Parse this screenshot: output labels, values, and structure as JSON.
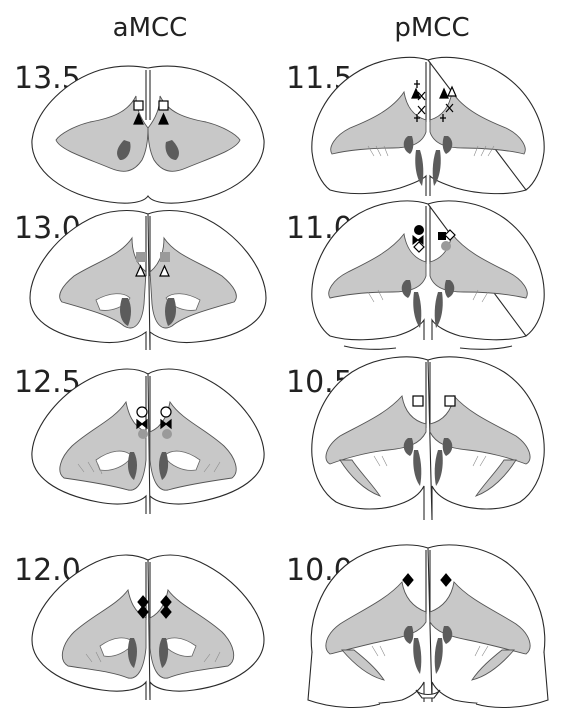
{
  "columns": [
    {
      "title": "aMCC"
    },
    {
      "title": "pMCC"
    }
  ],
  "levels": {
    "left": [
      "13.5",
      "13.0",
      "12.5",
      "12.0"
    ],
    "right": [
      "11.5",
      "11.0",
      "10.5",
      "10.0"
    ]
  },
  "colors": {
    "outline": "#2a2a2a",
    "white_matter": "#c8c8c8",
    "caudate": "#5c5c5c",
    "marker": "#000000",
    "marker_gray": "#9a9a9a"
  },
  "marker_types": [
    "open-square",
    "filled-triangle",
    "open-triangle",
    "gray-square",
    "open-circle",
    "filled-circle",
    "gray-circle",
    "filled-diamond",
    "open-diamond",
    "cross",
    "plus",
    "bowtie"
  ]
}
